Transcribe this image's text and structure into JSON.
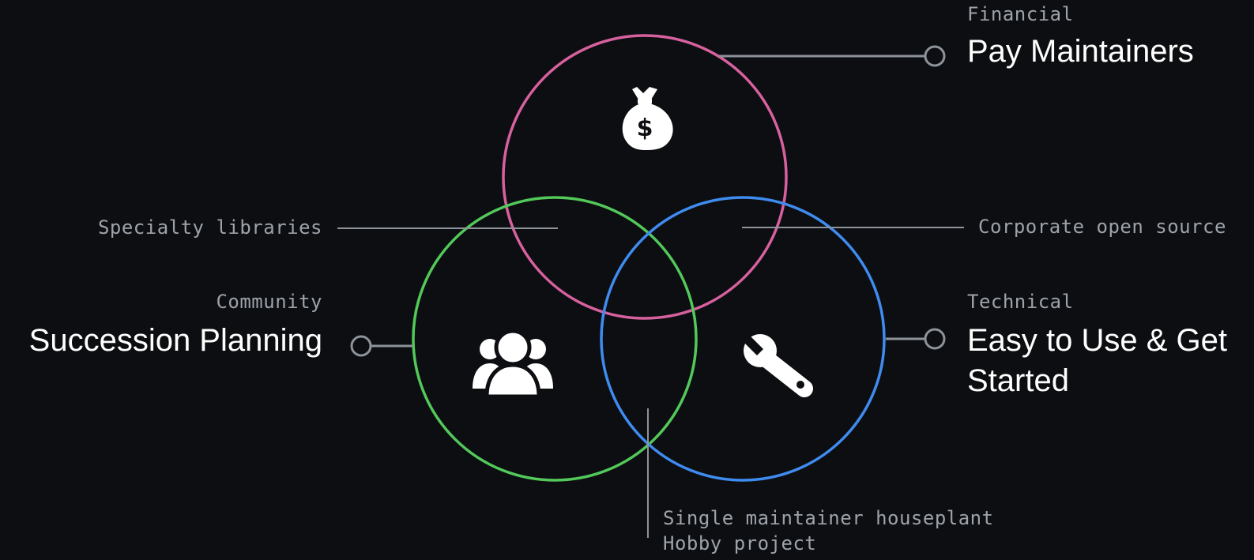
{
  "sections": {
    "financial": {
      "category": "Financial",
      "title": "Pay Maintainers",
      "icon": "money-bag-icon",
      "color": "#d7619f"
    },
    "community": {
      "category": "Community",
      "title": "Succession Planning",
      "icon": "people-group-icon",
      "color": "#52c95a"
    },
    "technical": {
      "category": "Technical",
      "title_line1": "Easy to Use & Get",
      "title_line2": "Started",
      "icon": "wrench-icon",
      "color": "#3f8cf0"
    }
  },
  "overlaps": {
    "financial_community": "Specialty libraries",
    "financial_technical": "Corporate open source",
    "community_technical_line1": "Single maintainer houseplant",
    "community_technical_line2": "Hobby project"
  }
}
